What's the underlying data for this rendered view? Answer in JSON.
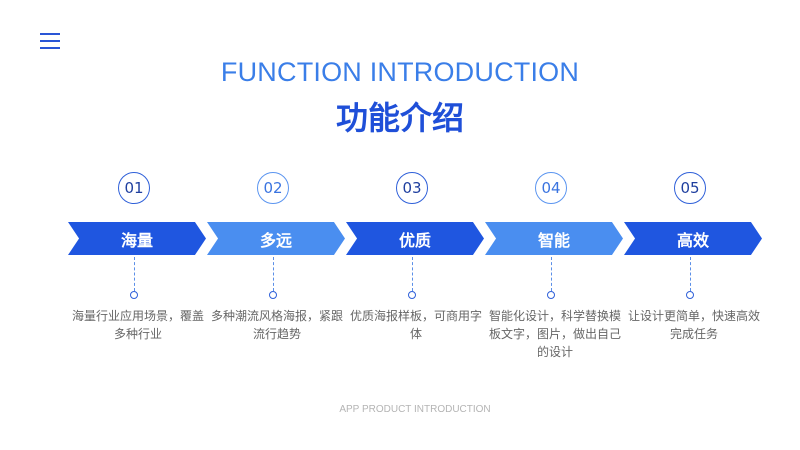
{
  "header": {
    "menu_icon": "hamburger-icon",
    "title_en": "FUNCTION INTRODUCTION",
    "title_cn": "功能介绍"
  },
  "steps": [
    {
      "num": "01",
      "label": "海量",
      "desc": "海量行业应用场景，覆盖多种行业"
    },
    {
      "num": "02",
      "label": "多远",
      "desc": "多种潮流风格海报，紧跟流行趋势"
    },
    {
      "num": "03",
      "label": "优质",
      "desc": "优质海报样板，可商用字体"
    },
    {
      "num": "04",
      "label": "智能",
      "desc": "智能化设计，科学替换模板文字，图片，做出自己的设计"
    },
    {
      "num": "05",
      "label": "高效",
      "desc": "让设计更简单，快速高效完成任务"
    }
  ],
  "footer": "APP PRODUCT INTRODUCTION",
  "colors": {
    "primary": "#1f56e0",
    "secondary": "#4a8ef0",
    "title_en": "#3a7ee8"
  }
}
